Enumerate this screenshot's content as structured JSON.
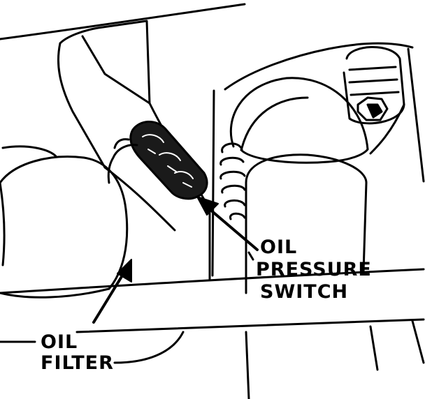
{
  "labels": {
    "oil_pressure_switch": [
      "OIL",
      "PRESSURE",
      "SWITCH"
    ],
    "oil_filter": [
      "OIL",
      "FILTER"
    ]
  },
  "colors": {
    "ink": "#000000",
    "paper": "#ffffff"
  }
}
